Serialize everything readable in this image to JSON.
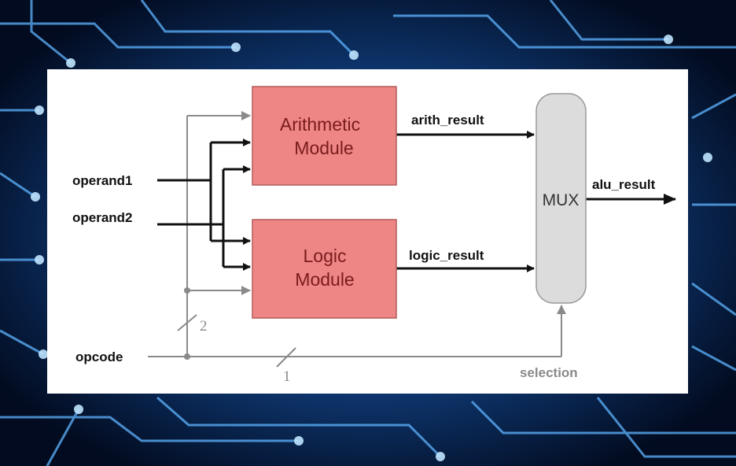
{
  "diagram": {
    "modules": {
      "arithmetic": {
        "line1": "Arithmetic",
        "line2": "Module"
      },
      "logic": {
        "line1": "Logic",
        "line2": "Module"
      },
      "mux": "MUX"
    },
    "inputs": {
      "operand1": "operand1",
      "operand2": "operand2",
      "opcode": "opcode"
    },
    "signals": {
      "arith_result": "arith_result",
      "logic_result": "logic_result",
      "alu_result": "alu_result",
      "selection": "selection"
    },
    "bus_widths": {
      "opcode_to_modules": "2",
      "opcode_to_mux": "1"
    },
    "colors": {
      "module_fill": "#ee8686",
      "module_stroke": "#b35a5a",
      "mux_fill": "#dcdcdc",
      "wire_black": "#111111",
      "wire_grey": "#8a8a8a"
    }
  }
}
